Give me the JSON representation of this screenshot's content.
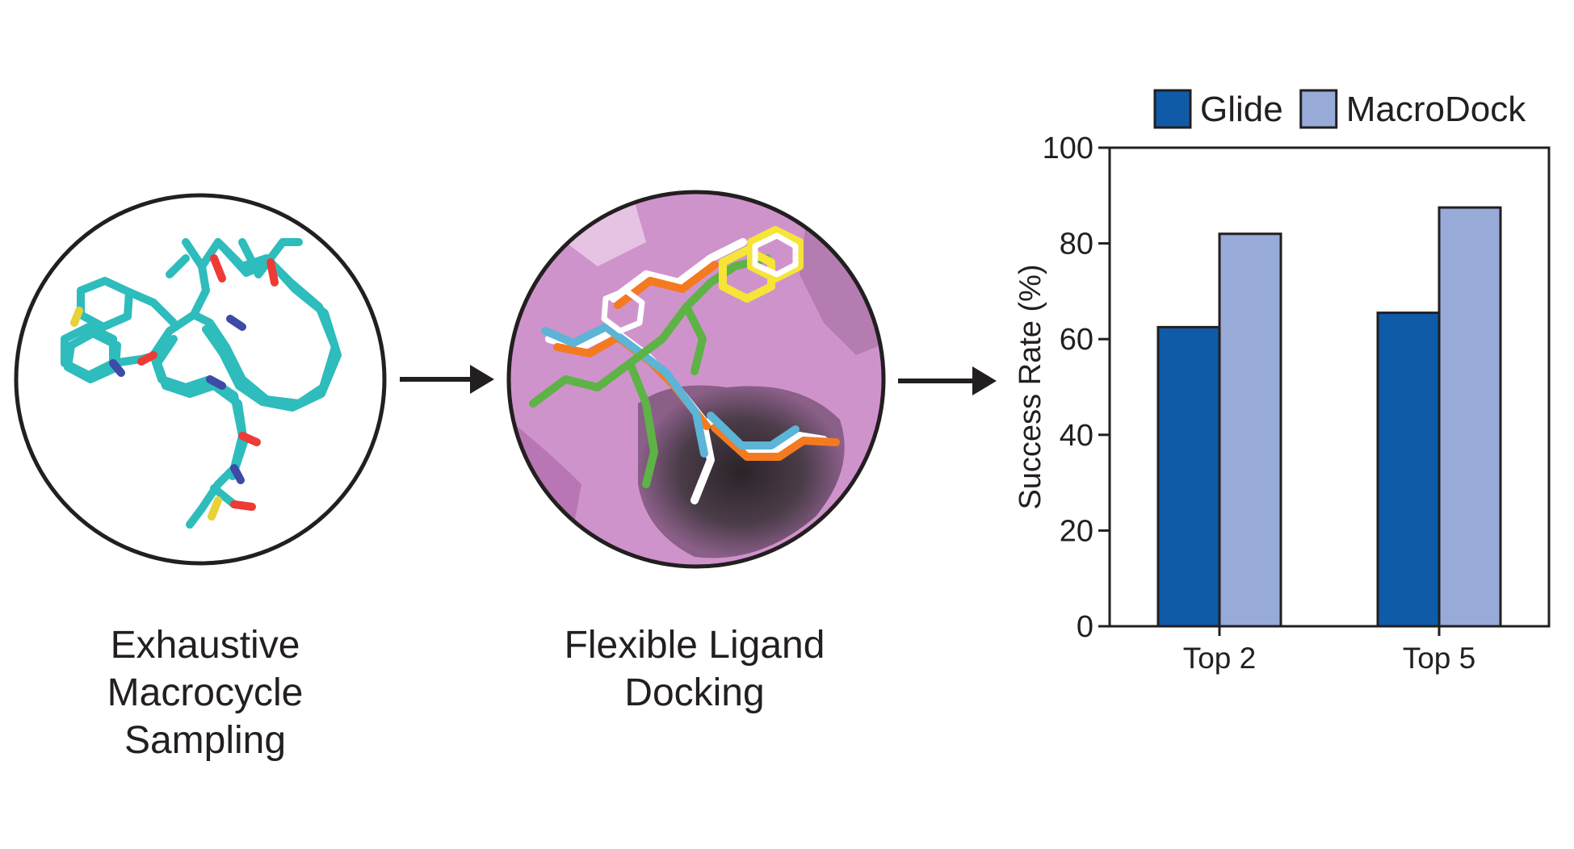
{
  "panels": {
    "sampling": {
      "caption_lines": [
        "Exhaustive",
        "Macrocycle",
        "Sampling"
      ]
    },
    "docking": {
      "caption_lines": [
        "Flexible Ligand",
        "Docking"
      ]
    }
  },
  "colors": {
    "glide": "#0f5ba8",
    "macrodock": "#97aad8",
    "ligand_carbon": "#2ebcbc",
    "protein_surface": "#c98bc6",
    "outline": "#231f20"
  },
  "chart_data": {
    "type": "bar",
    "categories": [
      "Top 2",
      "Top 5"
    ],
    "series": [
      {
        "name": "Glide",
        "values": [
          62.5,
          65.5
        ]
      },
      {
        "name": "MacroDock",
        "values": [
          82,
          87.5
        ]
      }
    ],
    "ylabel": "Success Rate (%)",
    "xlabel": "",
    "ylim": [
      0,
      100
    ],
    "yticks": [
      0,
      20,
      40,
      60,
      80,
      100
    ],
    "legend_position": "top",
    "grid": false
  }
}
